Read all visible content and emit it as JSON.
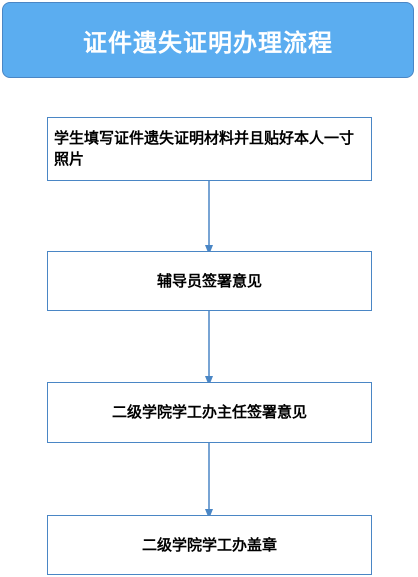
{
  "title": "证件遗失证明办理流程",
  "steps": [
    "学生填写证件遗失证明材料并且贴好本人一寸照片",
    "辅导员签署意见",
    "二级学院学工办主任签署意见",
    "二级学院学工办盖章"
  ],
  "colors": {
    "title_fill": "#5badf0",
    "border": "#4a86c5",
    "arrow": "#4a86c5"
  }
}
